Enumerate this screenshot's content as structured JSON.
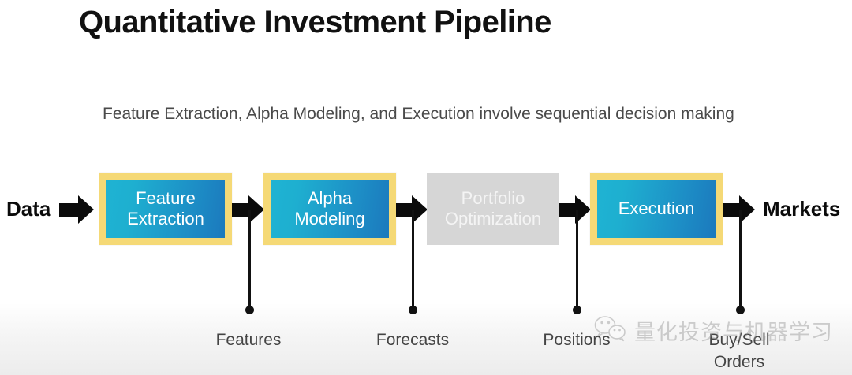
{
  "slide": {
    "title": "Quantitative Investment Pipeline",
    "subtitle": "Feature Extraction, Alpha Modeling, and Execution involve sequential decision making"
  },
  "endpoints": {
    "input_label": "Data",
    "output_label": "Markets"
  },
  "colors": {
    "box_border_yellow": "#f5d976",
    "box_fill_cyan": "#1fb3d3",
    "box_fill_blue": "#1b79bd",
    "box_inactive_grey": "#d6d6d6",
    "arrow_black": "#0b0b0b",
    "caption_grey": "#444444",
    "title_black": "#111111",
    "watermark_grey": "#8f8f8f"
  },
  "stages": [
    {
      "label": "Feature\nExtraction",
      "state": "active"
    },
    {
      "label": "Alpha\nModeling",
      "state": "active"
    },
    {
      "label": "Portfolio\nOptimization",
      "state": "inactive"
    },
    {
      "label": "Execution",
      "state": "active"
    }
  ],
  "outputs": [
    {
      "label": "Features"
    },
    {
      "label": "Forecasts"
    },
    {
      "label": "Positions"
    },
    {
      "label": "Buy/Sell\nOrders"
    }
  ],
  "arrows": [
    {
      "name": "data-to-feature-extraction"
    },
    {
      "name": "feature-extraction-to-alpha-modeling"
    },
    {
      "name": "alpha-modeling-to-portfolio-optimization"
    },
    {
      "name": "portfolio-optimization-to-execution"
    },
    {
      "name": "execution-to-markets"
    }
  ],
  "watermark": {
    "text": "量化投资与机器学习",
    "logo": "wechat-logo-icon"
  }
}
